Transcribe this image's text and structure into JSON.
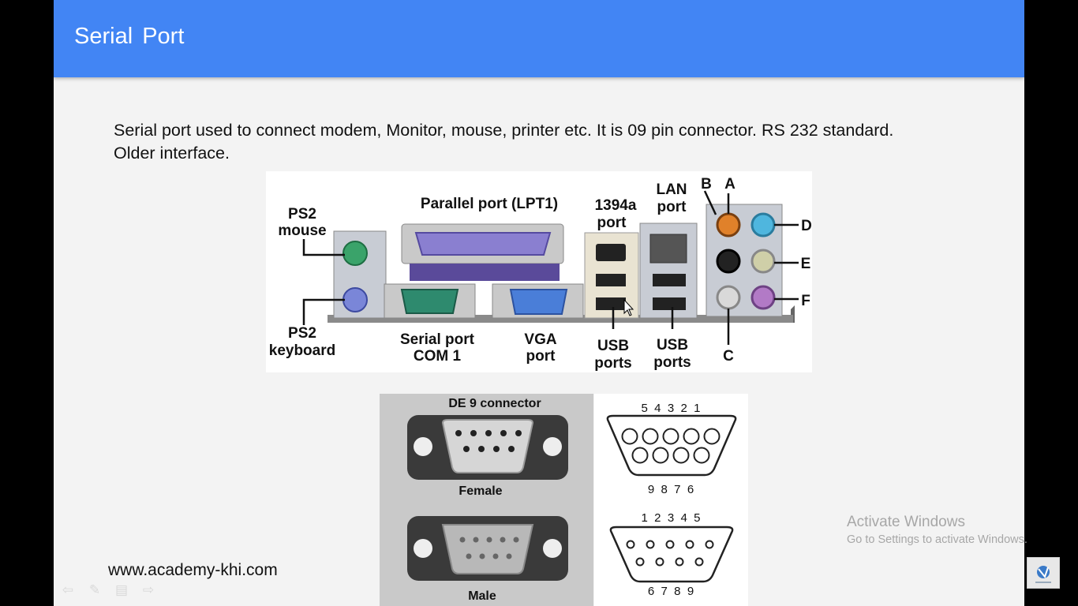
{
  "slide": {
    "title": "Serial  Port",
    "body": "Serial port used to connect modem, Monitor, mouse, printer etc. It is 09 pin connector. RS 232 standard.  Older interface.",
    "footer_url": "www.academy-khi.com"
  },
  "ports_figure": {
    "ps2_mouse_line1": "PS2",
    "ps2_mouse_line2": "mouse",
    "ps2_keyboard_line1": "PS2",
    "ps2_keyboard_line2": "keyboard",
    "parallel": "Parallel port (LPT1)",
    "serial_line1": "Serial port",
    "serial_line2": "COM 1",
    "vga_line1": "VGA",
    "vga_line2": "port",
    "ieee1394_line1": "1394a",
    "ieee1394_line2": "port",
    "usb1_line1": "USB",
    "usb1_line2": "ports",
    "lan_line1": "LAN",
    "lan_line2": "port",
    "usb2_line1": "USB",
    "usb2_line2": "ports",
    "audio_a": "A",
    "audio_b": "B",
    "audio_c": "C",
    "audio_d": "D",
    "audio_e": "E",
    "audio_f": "F"
  },
  "de9_figure": {
    "caption": "DE 9 connector",
    "female_label": "Female",
    "male_label": "Male",
    "female_top_pins": "5  4  3  2  1",
    "female_bottom_pins": "9  8  7  6",
    "male_top_pins": "1  2  3  4  5",
    "male_bottom_pins": "6  7  8  9"
  },
  "watermark": {
    "heading": "Activate Windows",
    "subtext": "Go to Settings to activate Windows."
  },
  "nav": {
    "prev_icon": "arrow-left-icon",
    "pen_icon": "pen-icon",
    "menu_icon": "menu-icon",
    "next_icon": "arrow-right-icon"
  },
  "colors": {
    "title_bar": "#4285f4",
    "slide_bg": "#f3f3f3"
  }
}
